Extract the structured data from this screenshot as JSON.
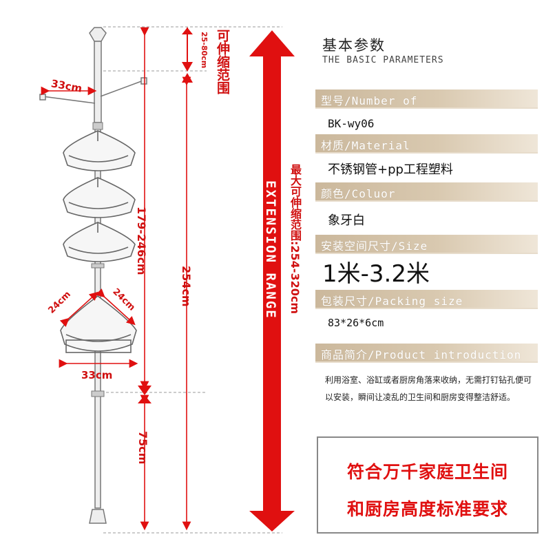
{
  "diagram": {
    "retract_range": "25-80cm",
    "retract_label": "可伸缩范围",
    "arm_width": "33cm",
    "height_179_246": "179-246cm",
    "height_254": "254cm",
    "max_range_label": "最大可伸缩范围:254-320cm",
    "extension_range": "EXTENSION RANGE",
    "corner_left": "24cm",
    "corner_right": "24cm",
    "bottom_width": "33cm",
    "bottom_height": "75cm"
  },
  "params": {
    "title": "基本参数",
    "subtitle": "THE BASIC PARAMETERS",
    "items": [
      {
        "label": "型号/Number of",
        "value": "BK-wy06"
      },
      {
        "label": "材质/Material",
        "value": "不锈钢管+pp工程塑料"
      },
      {
        "label": "颜色/Coluor",
        "value": "象牙白"
      },
      {
        "label": "安装空间尺寸/Size",
        "value": "1米-3.2米"
      },
      {
        "label": "包装尺寸/Packing size",
        "value": "83*26*6cm"
      },
      {
        "label": "商品简介/Product introduction",
        "value": ""
      }
    ],
    "description": "利用浴室、浴缸或者厨房角落来收纳，无需打钉钻孔便可以安装，瞬间让凌乱的卫生间和厨房变得整洁舒适。",
    "slogan_line1": "符合万千家庭卫生间",
    "slogan_line2": "和厨房高度标准要求"
  }
}
